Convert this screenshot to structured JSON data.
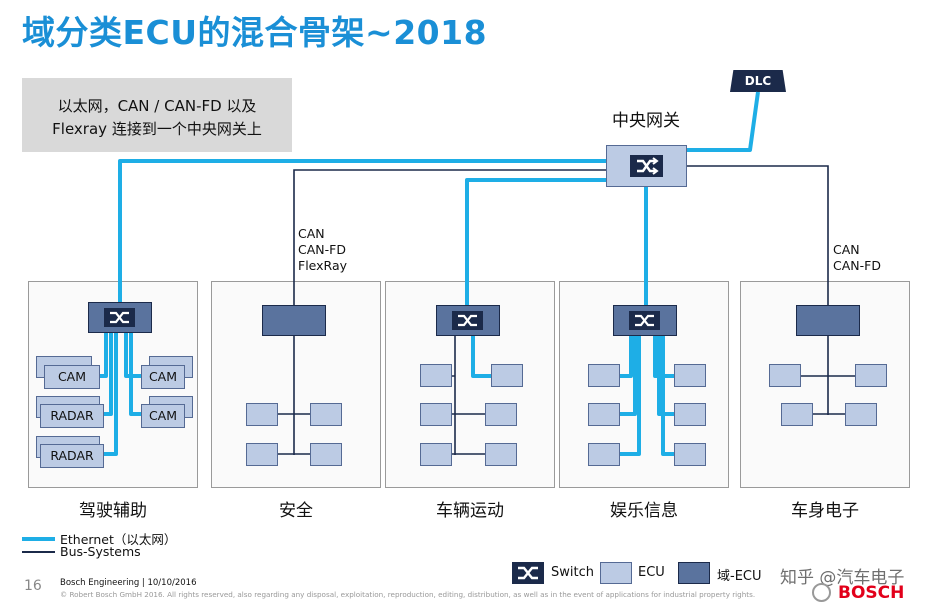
{
  "title": "域分类ECU的混合骨架~2018",
  "note": {
    "line1": "以太网，CAN / CAN-FD 以及",
    "line2": "Flexray 连接到一个中央网关上"
  },
  "gateway": {
    "label": "中央网关",
    "dlc": "DLC"
  },
  "bus_labels": {
    "safety": [
      "CAN",
      "CAN-FD",
      "FlexRay"
    ],
    "body": [
      "CAN",
      "CAN-FD"
    ]
  },
  "domains": [
    {
      "name": "驾驶辅助",
      "devices_left": [
        "CAM",
        "RADAR",
        "RADAR"
      ],
      "devices_right": [
        "CAM",
        "CAM"
      ]
    },
    {
      "name": "安全"
    },
    {
      "name": "车辆运动"
    },
    {
      "name": "娱乐信息"
    },
    {
      "name": "车身电子"
    }
  ],
  "legend": {
    "ethernet": "Ethernet（以太网）",
    "bus": "Bus-Systems"
  },
  "key": {
    "switch": "Switch",
    "ecu": "ECU",
    "domain": "域-ECU"
  },
  "colors": {
    "title": "#1a8fd6",
    "ethernet": "#1eaee6",
    "bus": "#1b2a4a",
    "ecu_fill": "#bccbe4",
    "domain_fill": "#5a739e",
    "switch_fill": "#1b2a4a"
  },
  "footer": {
    "page": "16",
    "company": "Bosch Engineering | 10/10/2016",
    "copyright": "© Robert Bosch GmbH 2016. All rights reserved, also regarding any disposal, exploitation, reproduction, editing, distribution, as well as in the event of applications for industrial property rights.",
    "brand": "BOSCH",
    "watermark": "知乎 @汽车电子"
  }
}
